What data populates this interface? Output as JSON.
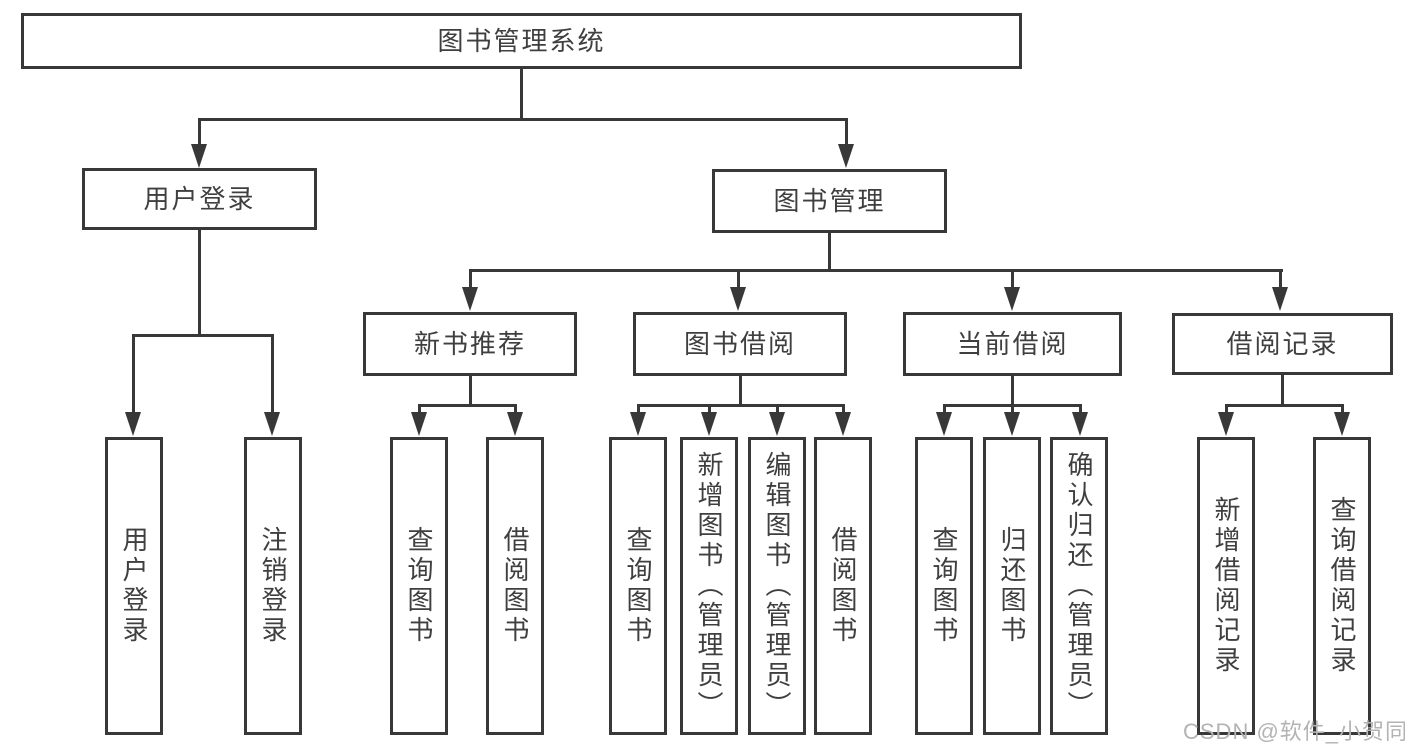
{
  "colors": {
    "line": "#383838",
    "text": "#3f3f3f",
    "watermark_color": "#b3b3b3",
    "background": "#ffffff"
  },
  "watermark": "CSDN @软件_小贺同学",
  "tree": {
    "label": "图书管理系统",
    "children": [
      {
        "label": "用户登录",
        "children": [
          {
            "label": "用户登录"
          },
          {
            "label": "注销登录"
          }
        ]
      },
      {
        "label": "图书管理",
        "children": [
          {
            "label": "新书推荐",
            "children": [
              {
                "label": "查询图书"
              },
              {
                "label": "借阅图书"
              }
            ]
          },
          {
            "label": "图书借阅",
            "children": [
              {
                "label": "查询图书"
              },
              {
                "label": "新增图书（管理员）"
              },
              {
                "label": "编辑图书（管理员）"
              },
              {
                "label": "借阅图书"
              }
            ]
          },
          {
            "label": "当前借阅",
            "children": [
              {
                "label": "查询图书"
              },
              {
                "label": "归还图书"
              },
              {
                "label": "确认归还（管理员）"
              }
            ]
          },
          {
            "label": "借阅记录",
            "children": [
              {
                "label": "新增借阅记录"
              },
              {
                "label": "查询借阅记录"
              }
            ]
          }
        ]
      }
    ]
  }
}
